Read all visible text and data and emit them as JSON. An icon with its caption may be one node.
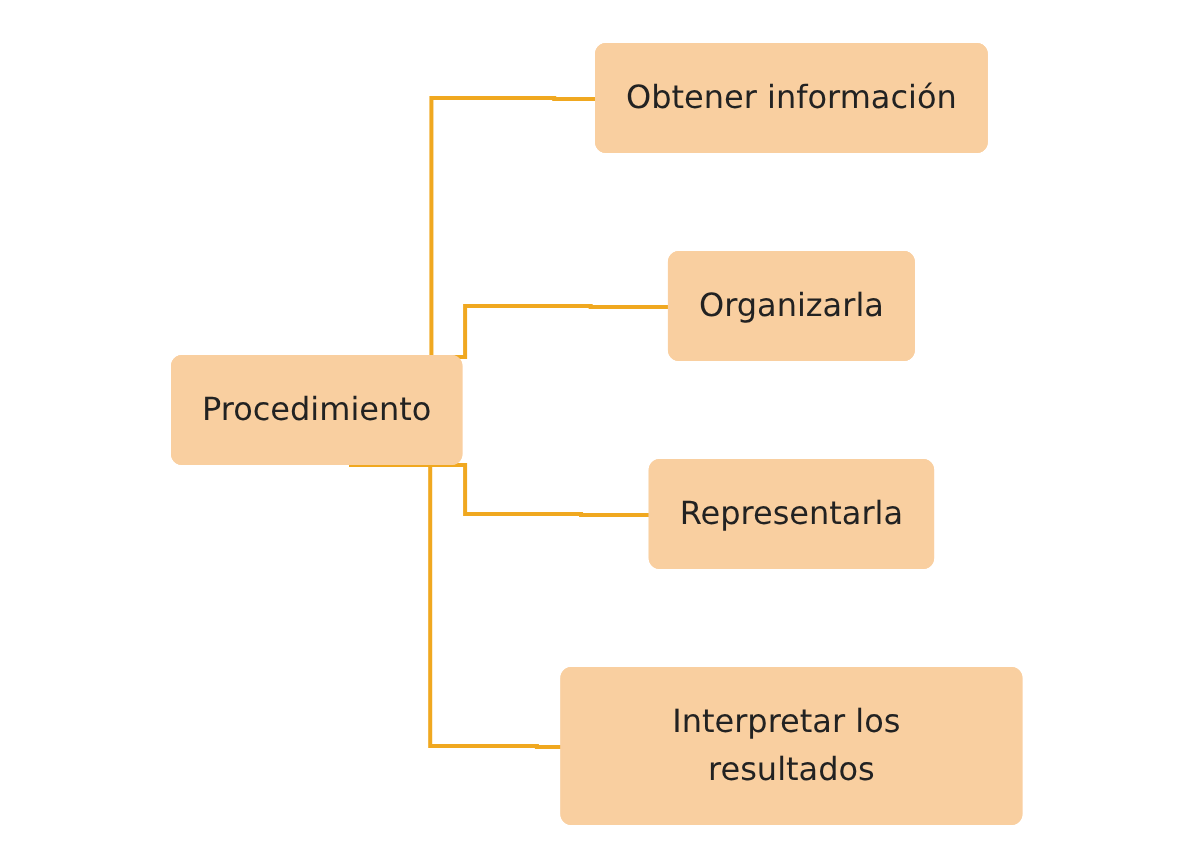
{
  "diagram": {
    "nodes": [
      {
        "text": [
          "Procedimiento"
        ]
      },
      {
        "text": [
          "Obtener información"
        ]
      },
      {
        "text": [
          "Organizarla"
        ]
      },
      {
        "text": [
          "Representarla"
        ]
      },
      {
        "text": [
          "Interpretar los resultados"
        ]
      }
    ],
    "edges": [
      {
        "from": 0,
        "to": 1,
        "arrow": "none"
      },
      {
        "from": 0,
        "to": 2,
        "arrow": "none"
      },
      {
        "from": 0,
        "to": 3,
        "arrow": "none"
      },
      {
        "from": 0,
        "to": 4,
        "arrow": "none"
      }
    ]
  }
}
